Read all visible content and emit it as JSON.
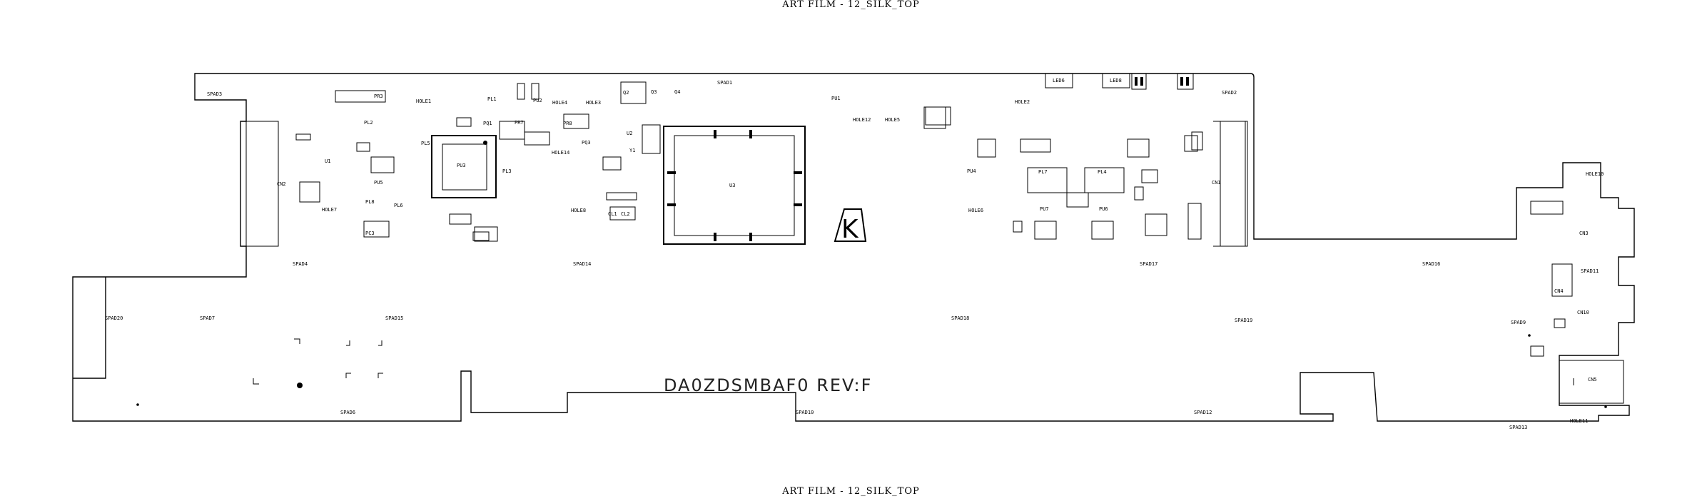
{
  "header": {
    "film_label": "ART FILM - 12_SILK_TOP"
  },
  "footer": {
    "film_label": "ART FILM - 12_SILK_TOP"
  },
  "board": {
    "id_text": "DA0ZDSMBAF0 REV:F",
    "logo_letter": "K"
  },
  "labels": [
    "SPAD3",
    "SPAD1",
    "SPAD2",
    "SPAD4",
    "SPAD14",
    "SPAD17",
    "SPAD16",
    "SPAD20",
    "SPAD7",
    "SPAD15",
    "SPAD18",
    "SPAD19",
    "SPAD9",
    "SPAD11",
    "SPAD6",
    "SPAD10",
    "SPAD12",
    "SPAD13",
    "HOLE1",
    "HOLE4",
    "HOLE3",
    "HOLE2",
    "HOLE5",
    "HOLE6",
    "HOLE7",
    "HOLE8",
    "HOLE12",
    "HOLE14",
    "HOLE10",
    "HOLE11",
    "PU3",
    "PL2",
    "PL1",
    "PU2",
    "PU1",
    "PU4",
    "PL7",
    "PL4",
    "PL5",
    "PL6",
    "PL8",
    "PU7",
    "PU5",
    "PU6",
    "PR3",
    "U1",
    "U2",
    "U3",
    "Y1",
    "Q2",
    "Q3",
    "Q4",
    "CN1",
    "CN2",
    "CN3",
    "CN4",
    "CN5",
    "CN10",
    "LED6",
    "LED8",
    "PQ1",
    "PQ3",
    "PR7",
    "PR8",
    "PC3",
    "PL3",
    "CL1",
    "CL2"
  ]
}
